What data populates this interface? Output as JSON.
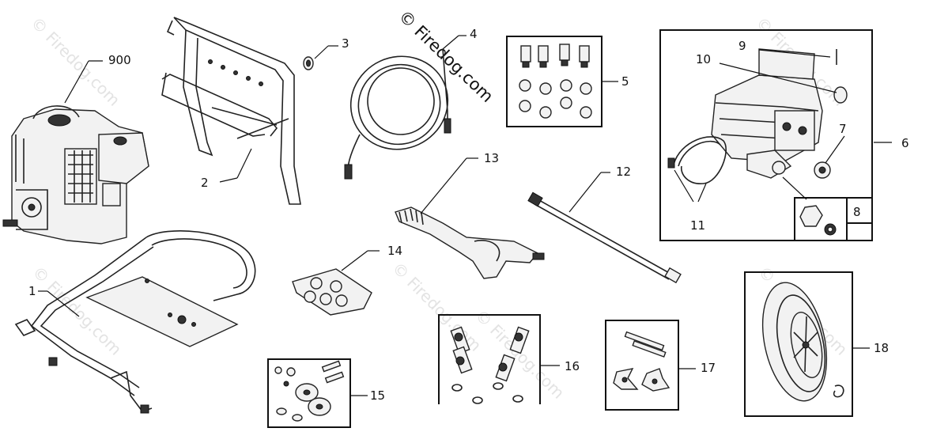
{
  "watermark": {
    "primary": "© Firedog.com",
    "faded": [
      "© Firedog.com",
      "© Firedog.com",
      "© Firedog.com",
      "© Firedog.com",
      "© Firedog.com",
      "© Firedog.com"
    ]
  },
  "callouts": {
    "c900": "900",
    "c1": "1",
    "c2": "2",
    "c3": "3",
    "c4": "4",
    "c5": "5",
    "c6": "6",
    "c7": "7",
    "c8": "8",
    "c9": "9",
    "c10": "10",
    "c11": "11",
    "c12": "12",
    "c13": "13",
    "c14": "14",
    "c15": "15",
    "c16": "16",
    "c17": "17",
    "c18": "18"
  }
}
